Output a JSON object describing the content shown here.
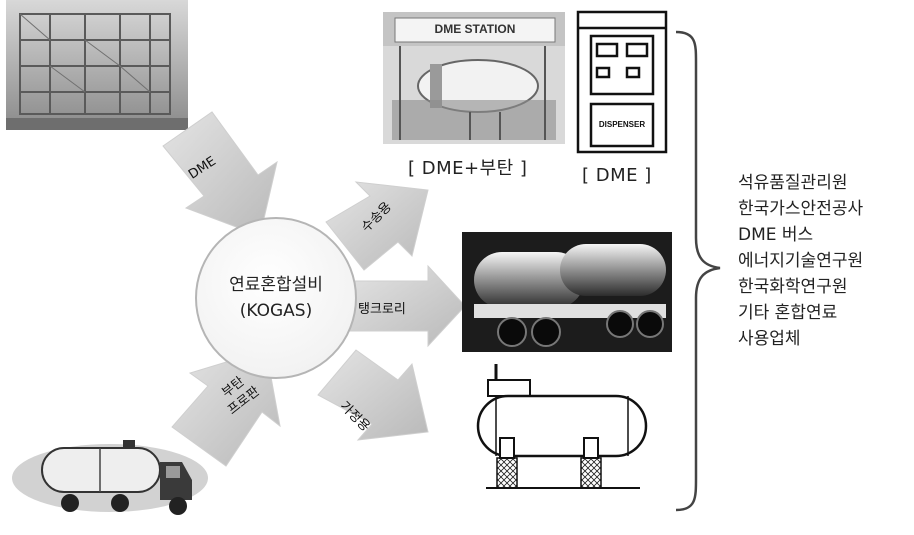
{
  "center": {
    "line1": "연료혼합설비",
    "line2": "(KOGAS)"
  },
  "arrows": {
    "dme": "DME",
    "butane_1": "부탄",
    "butane_2": "프로판",
    "transport": "수송용",
    "tank_lorry": "탱크로리",
    "household": "가정용"
  },
  "photos": {
    "station_sign": "DME STATION",
    "dispenser_label": "DISPENSER"
  },
  "captions": {
    "station": "[ DME+부탄 ]",
    "dispenser": "[ DME ]"
  },
  "organizations": [
    "석유품질관리원",
    "한국가스안전공사",
    "DME 버스",
    "에너지기술연구원",
    "한국화학연구원",
    "기타 혼합연료",
    "사용업체"
  ]
}
